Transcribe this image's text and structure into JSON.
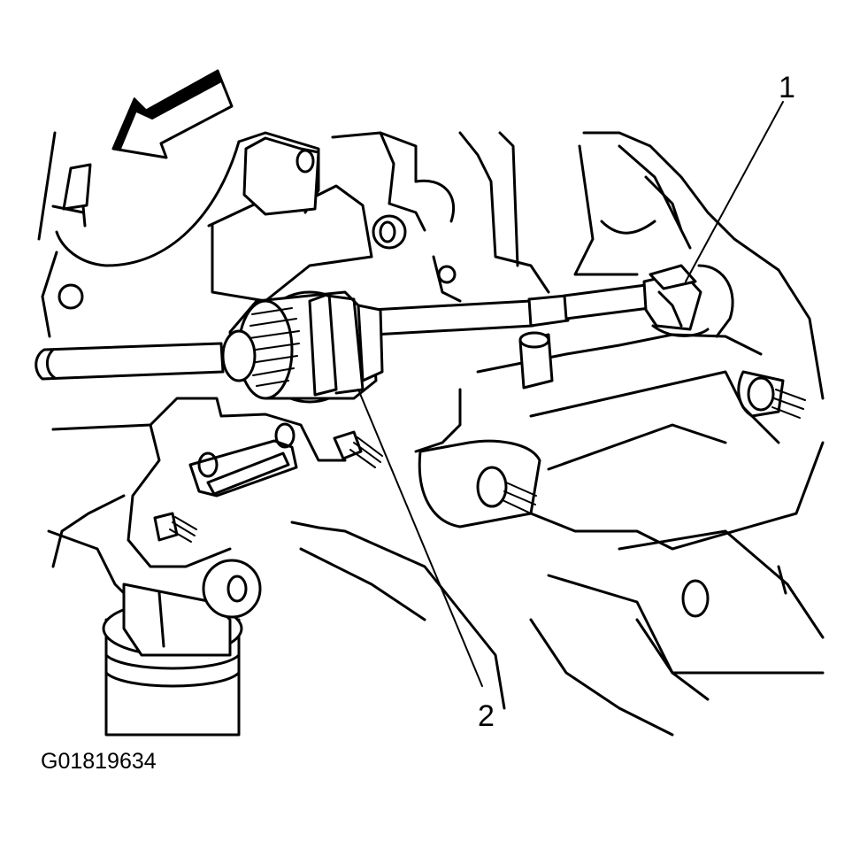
{
  "figure": {
    "callouts": [
      {
        "id": "callout-1",
        "label": "1"
      },
      {
        "id": "callout-2",
        "label": "2"
      }
    ],
    "figure_code": "G01819634"
  }
}
